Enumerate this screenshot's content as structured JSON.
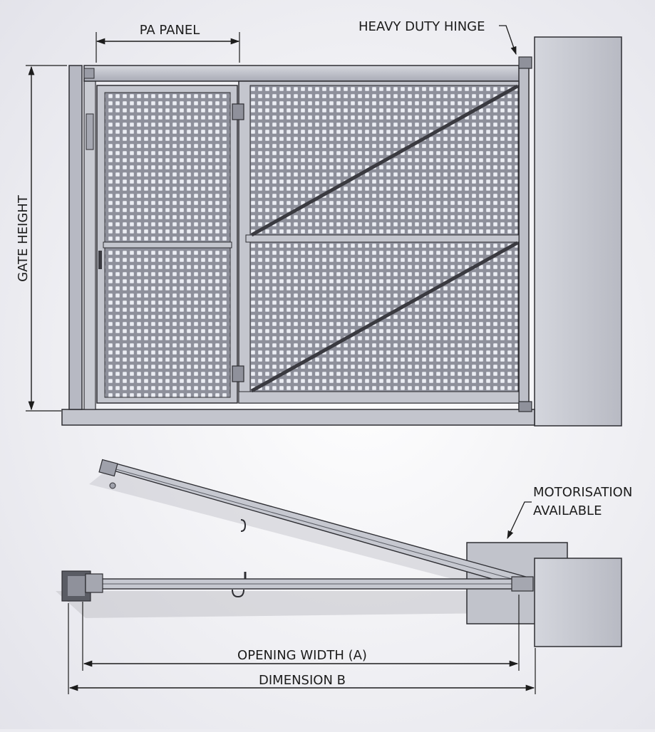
{
  "labels": {
    "pa_panel": "PA PANEL",
    "heavy_duty_hinge": "HEAVY DUTY HINGE",
    "gate_height": "GATE HEIGHT",
    "motorisation_line1": "MOTORISATION",
    "motorisation_line2": "AVAILABLE",
    "opening_width": "OPENING WIDTH (A)",
    "dimension_b": "DIMENSION B"
  },
  "colors": {
    "background": "#ececf1",
    "frame": "#b9bbc6",
    "mesh": "#9597a2",
    "outline": "#2e2e33",
    "post": "#c6c8d0"
  }
}
